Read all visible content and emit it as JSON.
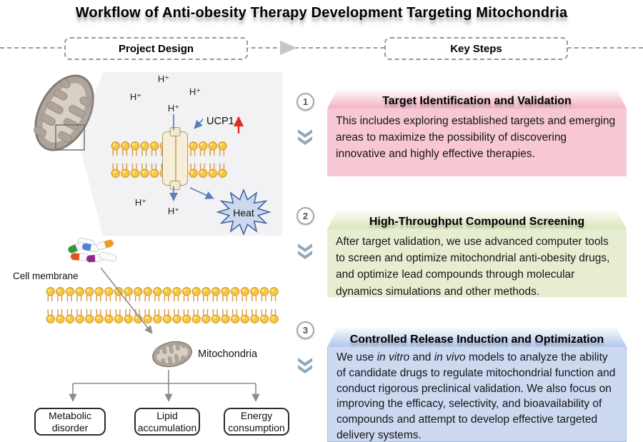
{
  "title": "Workflow of Anti-obesity Therapy Development Targeting Mitochondria",
  "header": {
    "left_label": "Project Design",
    "right_label": "Key Steps"
  },
  "steps": [
    {
      "num": "1",
      "title": "Target Identification and Validation",
      "body": "This includes exploring established targets and emerging areas to maximize the possibility of discovering innovative and highly effective therapies."
    },
    {
      "num": "2",
      "title": "High-Throughput Compound Screening",
      "body": "After target validation, we use advanced computer tools to screen and optimize mitochondrial anti-obesity drugs, and optimize lead compounds through molecular dynamics simulations and other methods."
    },
    {
      "num": "3",
      "title": "Controlled Release Induction and Optimization",
      "body": {
        "seg1": "We use ",
        "it1": "in vitro",
        "seg2": " and ",
        "it2": "in vivo",
        "seg3": " models to analyze the ability of candidate drugs to regulate mitochondrial function and conduct rigorous preclinical validation. We also focus on improving the efficacy, selectivity, and bioavailability of compounds and attempt to develop effective targeted delivery systems."
      }
    }
  ],
  "diagram": {
    "hplus": [
      "H⁺",
      "H⁺",
      "H⁺",
      "H⁺",
      "H⁺",
      "H⁺"
    ],
    "ucp1_label": "UCP1",
    "heat_label": "Heat",
    "cell_membrane_label": "Cell membrane",
    "mitochondria_label": "Mitochondria",
    "outcome_boxes": [
      {
        "line1": "Metabolic",
        "line2": "disorder"
      },
      {
        "line1": "Lipid",
        "line2": "accumulation"
      },
      {
        "line1": "Energy",
        "line2": "consumption"
      }
    ]
  },
  "colors": {
    "step1_body": "#f7c7d3",
    "step2_body": "#e7edd1",
    "step3_body": "#cdd9f1",
    "chevron": "#8fa9bd",
    "heat_fill": "#ccd9ec",
    "heat_stroke": "#44669e",
    "membrane_gold": "#f6c93f",
    "membrane_outline": "#d89a2b",
    "arrow_blue": "#5b7fb9",
    "arrow_red": "#e02b20",
    "line_gray": "#8c8c8c"
  }
}
